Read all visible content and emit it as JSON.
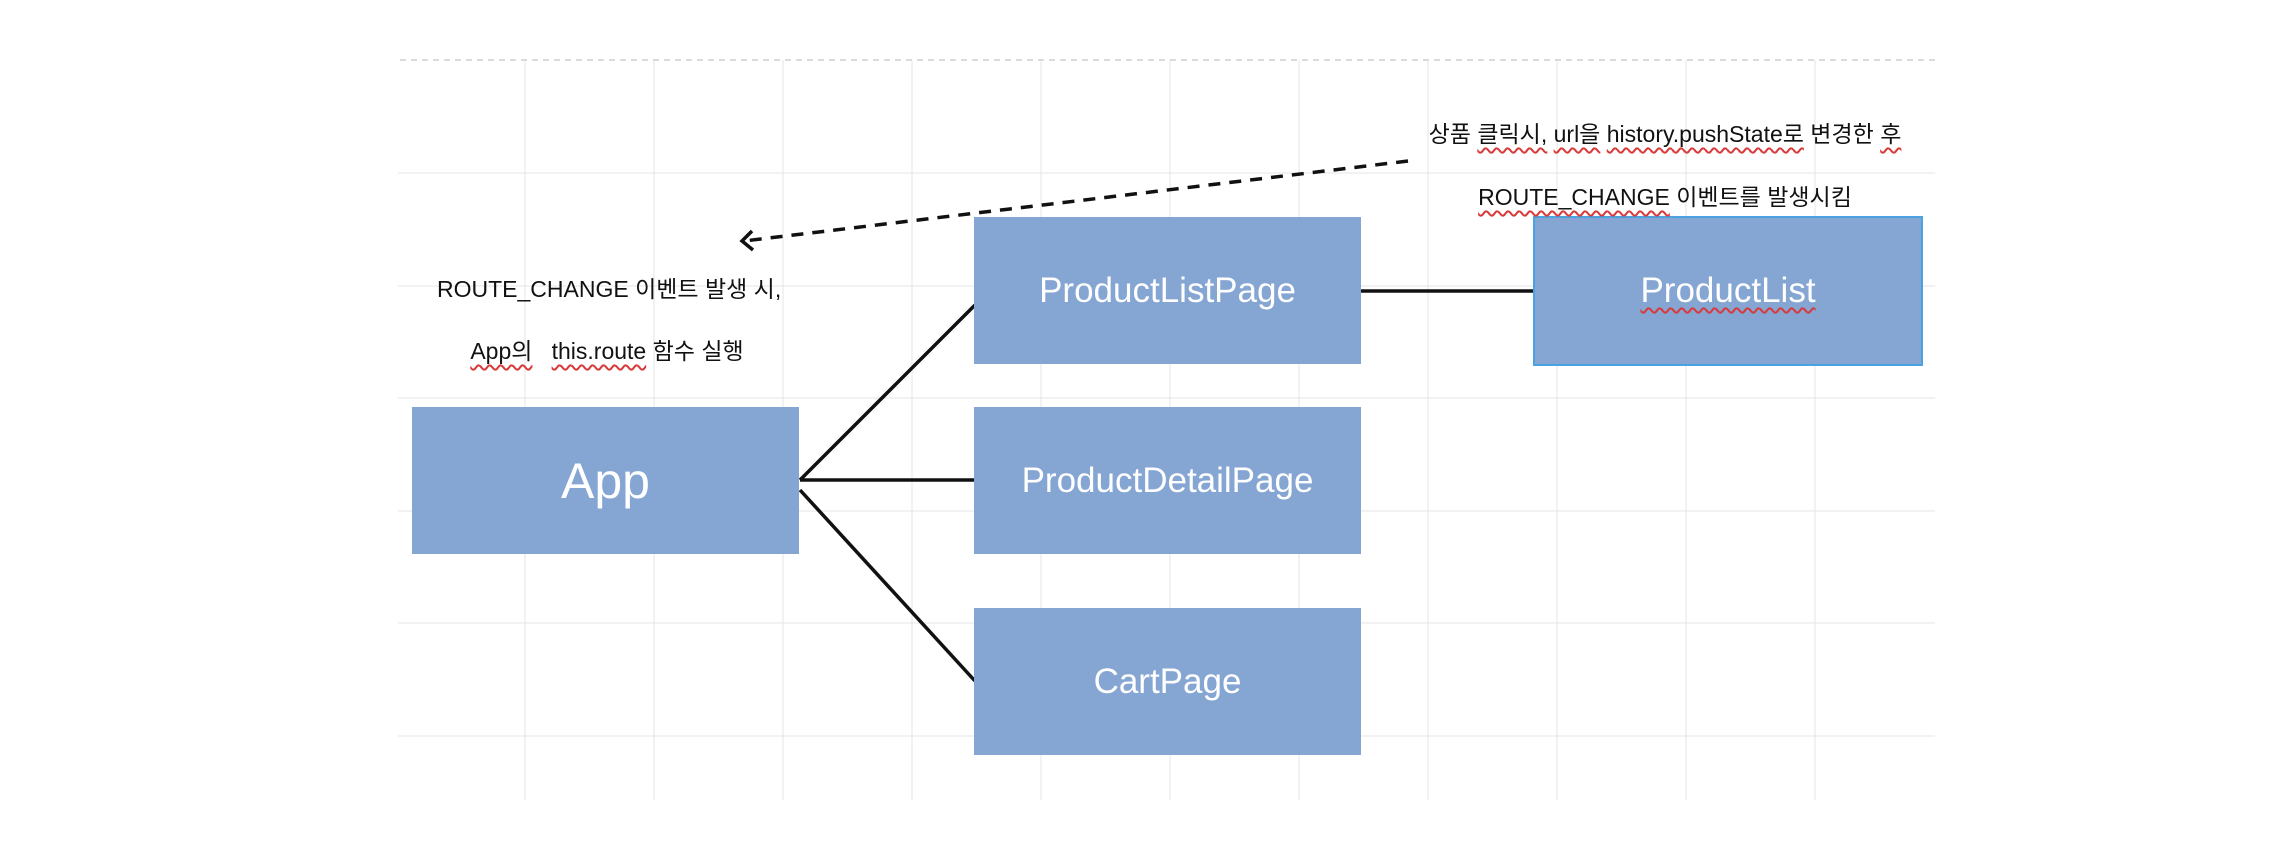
{
  "colors": {
    "box_fill": "#85a5d3",
    "box_text": "#ffffff",
    "selected_border": "#4aa3e0",
    "line": "#111111",
    "grid": "#e4e4e4",
    "spellcheck": "#d83a3a"
  },
  "nodes": {
    "app": "App",
    "product_list_page": "ProductListPage",
    "product_detail_page": "ProductDetailPage",
    "cart_page": "CartPage",
    "product_list": "ProductList"
  },
  "notes": {
    "route_change_line1": "ROUTE_CHANGE 이벤트 발생 시,",
    "route_change_line2_a": "App의",
    "route_change_line2_b": "this.route",
    "route_change_line2_c": " 함수 실행",
    "click_line1_a": "상품",
    "click_line1_b": " ",
    "click_line1_c": "클릭시,",
    "click_line1_d": " ",
    "click_line1_e": "url을",
    "click_line1_f": " ",
    "click_line1_g": "history.pushState로",
    "click_line1_h": " 변경한 ",
    "click_line1_i": "후",
    "click_line2_a": "ROUTE_CHANGE",
    "click_line2_b": " 이벤트를 발생시킴"
  },
  "edges": [
    {
      "from": "App",
      "to": "ProductListPage",
      "style": "solid"
    },
    {
      "from": "App",
      "to": "ProductDetailPage",
      "style": "solid"
    },
    {
      "from": "App",
      "to": "CartPage",
      "style": "solid"
    },
    {
      "from": "ProductListPage",
      "to": "ProductList",
      "style": "solid"
    },
    {
      "from": "ProductList",
      "to": "App",
      "style": "dashed-arrow"
    }
  ]
}
